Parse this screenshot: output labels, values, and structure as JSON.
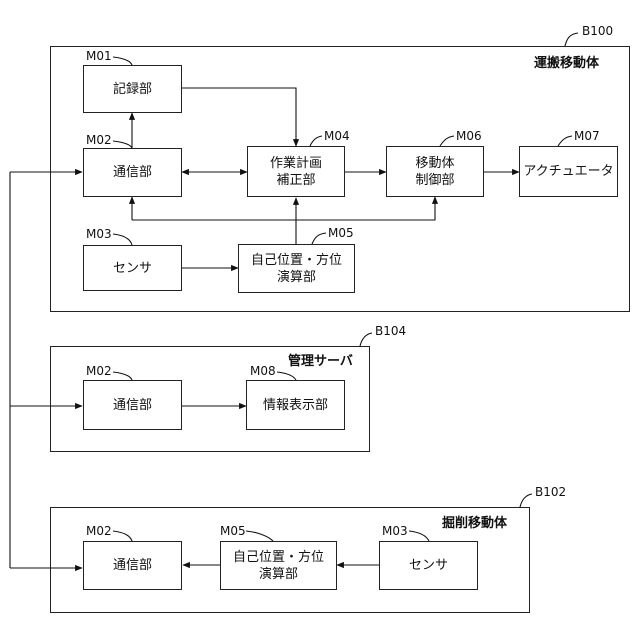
{
  "groups": {
    "transport": {
      "ref": "B100",
      "title": "運搬移動体"
    },
    "server": {
      "ref": "B104",
      "title": "管理サーバ"
    },
    "excavator": {
      "ref": "B102",
      "title": "掘削移動体"
    }
  },
  "transport_blocks": {
    "recorder": {
      "code": "M01",
      "label": "記録部"
    },
    "comm": {
      "code": "M02",
      "label": "通信部"
    },
    "sensor": {
      "code": "M03",
      "label": "センサ"
    },
    "planner": {
      "code": "M04",
      "label": "作業計画\n補正部"
    },
    "pose": {
      "code": "M05",
      "label": "自己位置・方位\n演算部"
    },
    "motion": {
      "code": "M06",
      "label": "移動体\n制御部"
    },
    "actuator": {
      "code": "M07",
      "label": "アクチュエータ"
    }
  },
  "server_blocks": {
    "comm": {
      "code": "M02",
      "label": "通信部"
    },
    "display": {
      "code": "M08",
      "label": "情報表示部"
    }
  },
  "excavator_blocks": {
    "comm": {
      "code": "M02",
      "label": "通信部"
    },
    "pose": {
      "code": "M05",
      "label": "自己位置・方位\n演算部"
    },
    "sensor": {
      "code": "M03",
      "label": "センサ"
    }
  }
}
